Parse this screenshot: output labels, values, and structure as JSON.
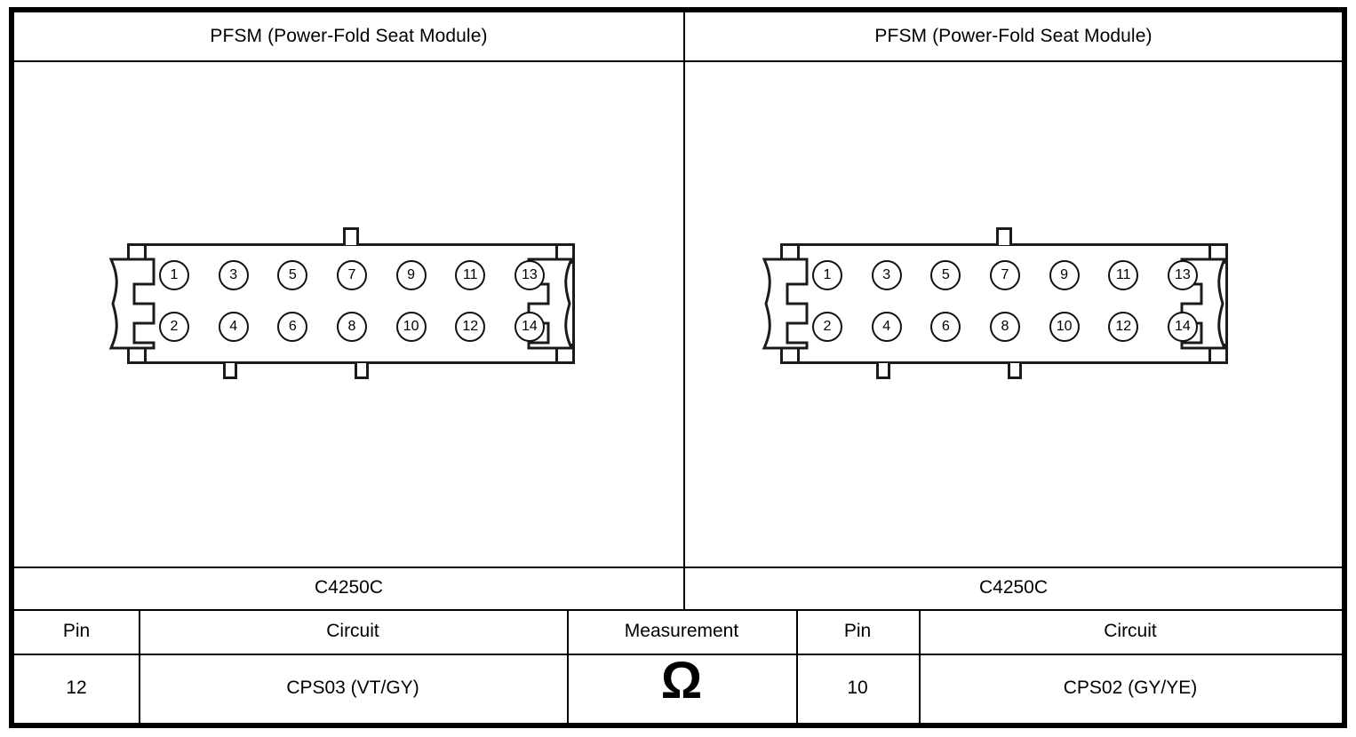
{
  "panels": {
    "left": {
      "module_title": "PFSM (Power-Fold Seat Module)",
      "connector_id": "C4250C",
      "connector": {
        "pins_top": [
          "1",
          "3",
          "5",
          "7",
          "9",
          "11",
          "13"
        ],
        "pins_bottom": [
          "2",
          "4",
          "6",
          "8",
          "10",
          "12",
          "14"
        ]
      }
    },
    "right": {
      "module_title": "PFSM (Power-Fold Seat Module)",
      "connector_id": "C4250C",
      "connector": {
        "pins_top": [
          "1",
          "3",
          "5",
          "7",
          "9",
          "11",
          "13"
        ],
        "pins_bottom": [
          "2",
          "4",
          "6",
          "8",
          "10",
          "12",
          "14"
        ]
      }
    }
  },
  "table": {
    "headers": {
      "pin_left": "Pin",
      "circuit_left": "Circuit",
      "measurement": "Measurement",
      "pin_right": "Pin",
      "circuit_right": "Circuit"
    },
    "row": {
      "pin_left": "12",
      "circuit_left": "CPS03 (VT/GY)",
      "measurement_symbol": "Ω",
      "pin_right": "10",
      "circuit_right": "CPS02 (GY/YE)"
    }
  },
  "colors": {
    "ink": "#000000",
    "line": "#1b1b1b",
    "background": "#ffffff"
  }
}
